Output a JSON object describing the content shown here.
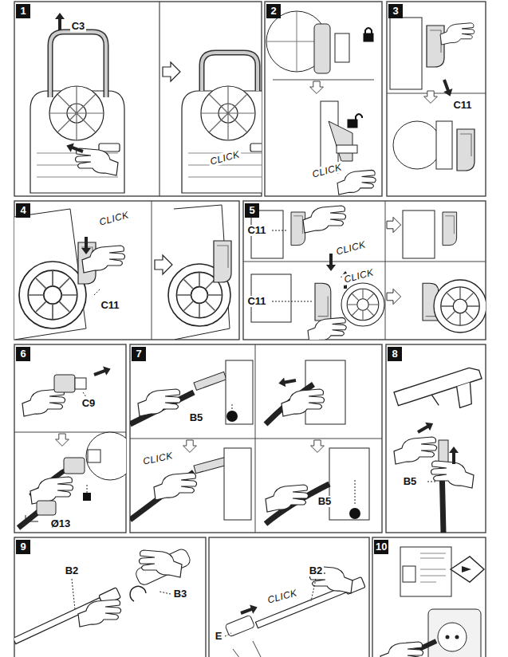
{
  "diagram": {
    "nodes": [
      {
        "text": [
          "1"
        ]
      },
      {
        "text": [
          "2"
        ]
      },
      {
        "text": [
          "3"
        ]
      },
      {
        "text": [
          "4"
        ]
      },
      {
        "text": [
          "5"
        ]
      },
      {
        "text": [
          "6"
        ]
      },
      {
        "text": [
          "7"
        ]
      },
      {
        "text": [
          "8"
        ]
      },
      {
        "text": [
          "9"
        ]
      },
      {
        "text": [
          "10"
        ]
      }
    ],
    "labels": [
      "C3",
      "CLICK",
      "CLICK",
      "C11",
      "CLICK",
      "C11",
      "C11",
      "CLICK",
      "C11",
      "CLICK",
      "C9",
      "Ø13",
      "B5",
      "CLICK",
      "B5",
      "B5",
      "B2",
      "B3",
      "B2",
      "CLICK",
      "E"
    ]
  }
}
